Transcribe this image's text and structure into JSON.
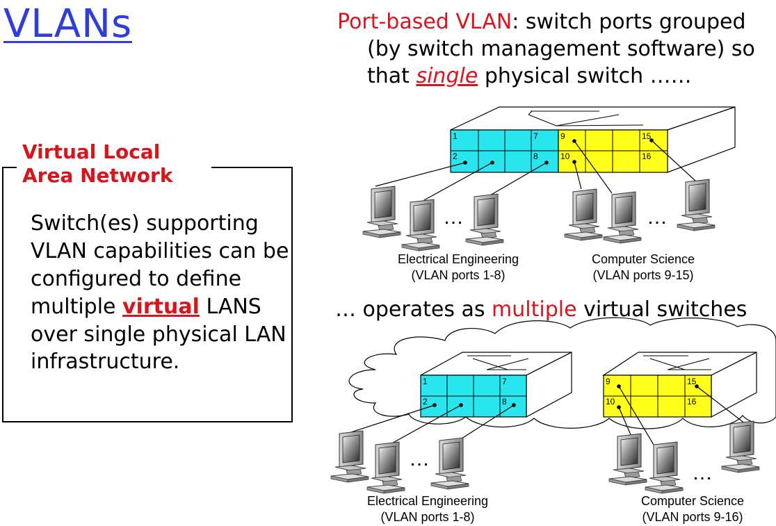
{
  "title": "VLANs",
  "infobox": {
    "title_line1": "Virtual Local",
    "title_line2": "Area Network",
    "body_pre": "Switch(es) supporting VLAN capabilities can be configured to define multiple ",
    "body_highlight": "virtual",
    "body_post": " LANS over single physical LAN infrastructure."
  },
  "headline": {
    "part1": "Port-based VLAN",
    "part2": ": switch ports grouped",
    "line2": "(by switch management software) so",
    "line3_pre": "that ",
    "line3_italic": "single",
    "line3_post": " physical switch ……"
  },
  "operates": {
    "pre": "… operates as ",
    "highlight": "multiple",
    "post": " virtual switches"
  },
  "top_switch": {
    "ports": [
      "1",
      "7",
      "9",
      "15",
      "2",
      "8",
      "10",
      "16"
    ],
    "ellipsis_left": "…",
    "ellipsis_right": "…",
    "label_left_line1": "Electrical Engineering",
    "label_left_line2": "(VLAN ports 1-8)",
    "label_right_line1": "Computer Science",
    "label_right_line2": "(VLAN ports 9-15)"
  },
  "bottom_switches": {
    "left_ports": [
      "1",
      "7",
      "2",
      "8"
    ],
    "right_ports": [
      "9",
      "15",
      "10",
      "16"
    ],
    "ellipsis_left": "…",
    "ellipsis_right": "…",
    "label_left_line1": "Electrical Engineering",
    "label_left_line2": "(VLAN ports 1-8)",
    "label_right_line1": "Computer Science",
    "label_right_line2": "(VLAN ports 9-16)"
  },
  "colors": {
    "title_blue": "#2f3ed8",
    "accent_red": "#d8141c",
    "ee_cyan": "#29e6ee",
    "cs_yellow": "#ffff1a"
  },
  "icons": [
    "computer-icon",
    "switch-icon",
    "cloud-icon"
  ]
}
